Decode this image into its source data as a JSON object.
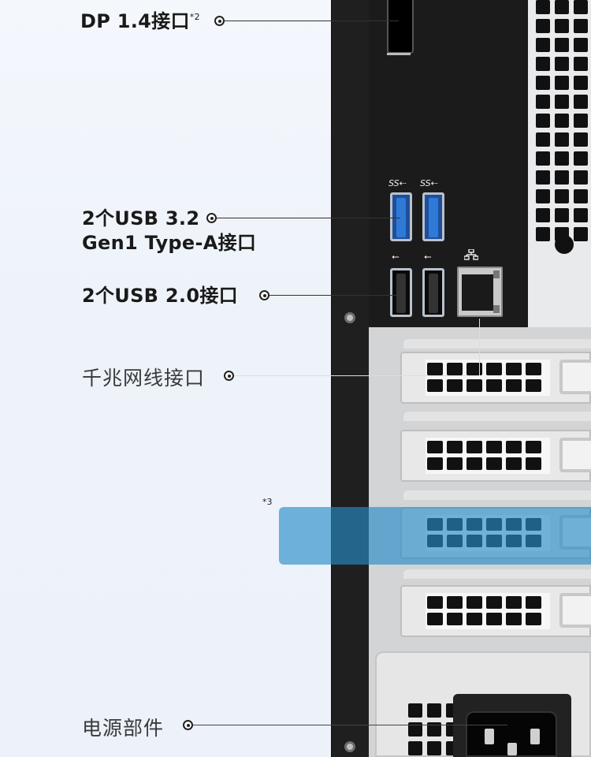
{
  "labels": {
    "dp": {
      "text": "DP 1.4接口",
      "note": "*2"
    },
    "usb32_line1": "2个USB 3.2",
    "usb32_line2": "Gen1 Type-A接口",
    "usb20": "2个USB 2.0接口",
    "ethernet": "千兆网线接口",
    "power": "电源部件"
  },
  "highlight_note": "*3",
  "port_icons": {
    "superspeed": "SS⇠",
    "usb": "⭠",
    "network": "network-icon"
  },
  "colors": {
    "highlight": "#288cc8",
    "usb3_port": "#2e7ad6",
    "chassis_dark": "#1b1b1b",
    "panel_gray": "#d2d4d6"
  }
}
